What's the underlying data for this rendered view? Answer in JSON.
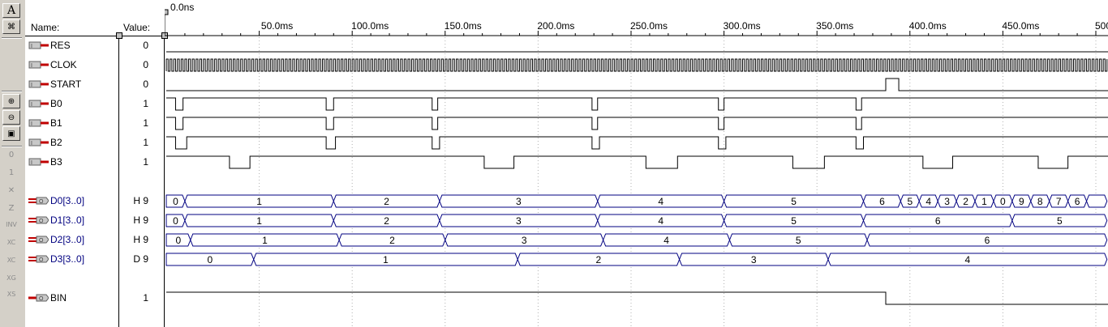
{
  "header": {
    "name_label": "Name:",
    "value_label": "Value:",
    "cursor_time": "0.0ns"
  },
  "time_scale": {
    "start": 0,
    "end": 500,
    "unit": "ms",
    "ticks": [
      {
        "t": 50,
        "label": "50.0ms"
      },
      {
        "t": 100,
        "label": "100.0ms"
      },
      {
        "t": 150,
        "label": "150.0ms"
      },
      {
        "t": 200,
        "label": "200.0ms"
      },
      {
        "t": 250,
        "label": "250.0ms"
      },
      {
        "t": 300,
        "label": "300.0ms"
      },
      {
        "t": 350,
        "label": "350.0ms"
      },
      {
        "t": 400,
        "label": "400.0ms"
      },
      {
        "t": 450,
        "label": "450.0ms"
      },
      {
        "t": 500,
        "label": "500.0ms"
      }
    ]
  },
  "toolbar": [
    "text-tool-icon",
    "node-tool-icon",
    "zoom-in-icon",
    "zoom-out-icon",
    "fit-window-icon",
    "force-low-icon",
    "force-high-icon",
    "force-unknown-icon",
    "force-hiz-icon",
    "invert-icon",
    "overwrite-count-icon",
    "overwrite-clock-icon",
    "overwrite-group-icon",
    "overwrite-sequence-icon"
  ],
  "signals": [
    {
      "name": "RES",
      "value": "0",
      "type": "input"
    },
    {
      "name": "CLOK",
      "value": "0",
      "type": "input"
    },
    {
      "name": "START",
      "value": "0",
      "type": "input"
    },
    {
      "name": "B0",
      "value": "1",
      "type": "input"
    },
    {
      "name": "B1",
      "value": "1",
      "type": "input"
    },
    {
      "name": "B2",
      "value": "1",
      "type": "input"
    },
    {
      "name": "B3",
      "value": "1",
      "type": "input"
    },
    {
      "name": "D0[3..0]",
      "value": "H 9",
      "type": "bus-output"
    },
    {
      "name": "D1[3..0]",
      "value": "H 9",
      "type": "bus-output"
    },
    {
      "name": "D2[3..0]",
      "value": "H 9",
      "type": "bus-output"
    },
    {
      "name": "D3[3..0]",
      "value": "D 9",
      "type": "bus-output"
    },
    {
      "name": "BIN",
      "value": "1",
      "type": "output"
    }
  ],
  "waves": {
    "RES": {
      "type": "bit",
      "initial": 0,
      "transitions": []
    },
    "CLOK": {
      "type": "clock",
      "half_period_ms": 1
    },
    "START": {
      "type": "bit",
      "initial": 0,
      "transitions": [
        387,
        394
      ]
    },
    "B0": {
      "type": "bit",
      "initial": 1,
      "transitions": [
        5,
        9,
        86,
        90,
        143,
        146,
        229,
        232,
        297,
        300,
        371,
        374
      ]
    },
    "B1": {
      "type": "bit",
      "initial": 1,
      "transitions": [
        5,
        9,
        86,
        90,
        143,
        146,
        229,
        232,
        297,
        300,
        371,
        374
      ]
    },
    "B2": {
      "type": "bit",
      "initial": 1,
      "transitions": [
        5,
        11,
        86,
        91,
        143,
        147,
        229,
        233,
        297,
        301,
        371,
        375
      ]
    },
    "B3": {
      "type": "bit",
      "initial": 1,
      "transitions": [
        34,
        45,
        171,
        187,
        258,
        275,
        337,
        354,
        407,
        423,
        469,
        485
      ]
    },
    "D0[3..0]": {
      "type": "bus",
      "segments": [
        {
          "s": 0,
          "e": 10,
          "v": "0"
        },
        {
          "s": 10,
          "e": 90,
          "v": "1"
        },
        {
          "s": 90,
          "e": 147,
          "v": "2"
        },
        {
          "s": 147,
          "e": 232,
          "v": "3"
        },
        {
          "s": 232,
          "e": 300,
          "v": "4"
        },
        {
          "s": 300,
          "e": 375,
          "v": "5"
        },
        {
          "s": 375,
          "e": 395,
          "v": "6"
        },
        {
          "s": 395,
          "e": 405,
          "v": "5"
        },
        {
          "s": 405,
          "e": 415,
          "v": "4"
        },
        {
          "s": 415,
          "e": 425,
          "v": "3"
        },
        {
          "s": 425,
          "e": 435,
          "v": "2"
        },
        {
          "s": 435,
          "e": 445,
          "v": "1"
        },
        {
          "s": 445,
          "e": 455,
          "v": "0"
        },
        {
          "s": 455,
          "e": 465,
          "v": "9"
        },
        {
          "s": 465,
          "e": 475,
          "v": "8"
        },
        {
          "s": 475,
          "e": 485,
          "v": "7"
        },
        {
          "s": 485,
          "e": 495,
          "v": "6"
        },
        {
          "s": 495,
          "e": 506,
          "v": ""
        }
      ]
    },
    "D1[3..0]": {
      "type": "bus",
      "segments": [
        {
          "s": 0,
          "e": 10,
          "v": "0"
        },
        {
          "s": 10,
          "e": 90,
          "v": "1"
        },
        {
          "s": 90,
          "e": 147,
          "v": "2"
        },
        {
          "s": 147,
          "e": 232,
          "v": "3"
        },
        {
          "s": 232,
          "e": 300,
          "v": "4"
        },
        {
          "s": 300,
          "e": 375,
          "v": "5"
        },
        {
          "s": 375,
          "e": 455,
          "v": "6"
        },
        {
          "s": 455,
          "e": 506,
          "v": "5"
        }
      ]
    },
    "D2[3..0]": {
      "type": "bus",
      "segments": [
        {
          "s": 0,
          "e": 13,
          "v": "0"
        },
        {
          "s": 13,
          "e": 93,
          "v": "1"
        },
        {
          "s": 93,
          "e": 150,
          "v": "2"
        },
        {
          "s": 150,
          "e": 235,
          "v": "3"
        },
        {
          "s": 235,
          "e": 303,
          "v": "4"
        },
        {
          "s": 303,
          "e": 377,
          "v": "5"
        },
        {
          "s": 377,
          "e": 506,
          "v": "6"
        }
      ]
    },
    "D3[3..0]": {
      "type": "bus",
      "segments": [
        {
          "s": 0,
          "e": 47,
          "v": "0"
        },
        {
          "s": 47,
          "e": 189,
          "v": "1"
        },
        {
          "s": 189,
          "e": 276,
          "v": "2"
        },
        {
          "s": 276,
          "e": 356,
          "v": "3"
        },
        {
          "s": 356,
          "e": 506,
          "v": "4"
        }
      ]
    },
    "BIN": {
      "type": "bit",
      "initial": 1,
      "transitions": [
        387
      ]
    }
  }
}
